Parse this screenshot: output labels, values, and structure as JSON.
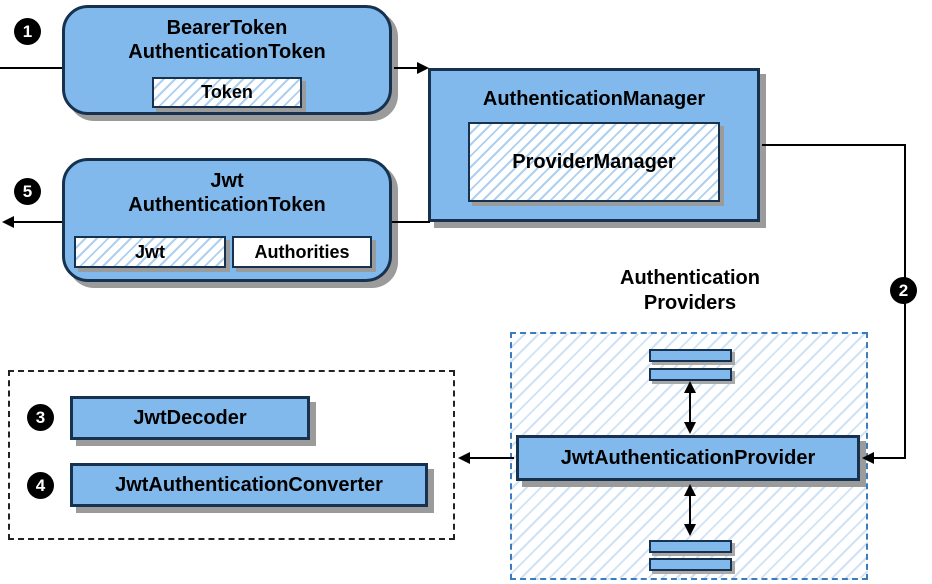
{
  "colors": {
    "node_fill": "#82b9ec",
    "node_border": "#16324f",
    "hatch_line": "#aed0f0",
    "region_hatch_line": "#cfe2f6",
    "providers_region_border": "#3d7bbf",
    "converters_region_border": "#222222",
    "shadow": "#9b9b9b",
    "arrow": "#000000",
    "badge_bg": "#000000",
    "badge_text": "#ffffff"
  },
  "badges": {
    "step1": "1",
    "step2": "2",
    "step3": "3",
    "step4": "4",
    "step5": "5"
  },
  "nodes": {
    "bearer": {
      "title_line1": "BearerToken",
      "title_line2": "AuthenticationToken",
      "field": "Token"
    },
    "manager": {
      "title": "AuthenticationManager",
      "field": "ProviderManager"
    },
    "jwt_token": {
      "title_line1": "Jwt",
      "title_line2": "AuthenticationToken",
      "field_jwt": "Jwt",
      "field_authorities": "Authorities"
    },
    "providers": {
      "label_line1": "Authentication",
      "label_line2": "Providers",
      "provider": "JwtAuthenticationProvider"
    },
    "decoder": "JwtDecoder",
    "converter": "JwtAuthenticationConverter"
  }
}
